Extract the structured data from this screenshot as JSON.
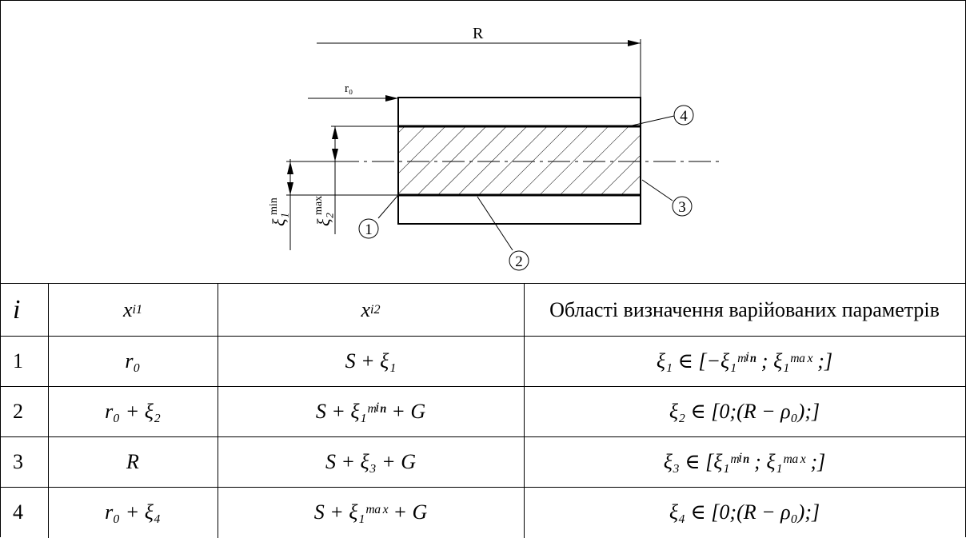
{
  "figure": {
    "dim_R": "R",
    "dim_r0": "r₀",
    "callouts": [
      "1",
      "2",
      "3",
      "4"
    ],
    "dim_xi1_min": "ξ₁",
    "dim_xi1_min_sup": "min",
    "dim_xi2_max": "ξ₂",
    "dim_xi2_max_sup": "max"
  },
  "table": {
    "headers": {
      "i": "i",
      "x1_base": "x",
      "x1_sub": "i1",
      "x2_base": "x",
      "x2_sub": "i2",
      "domain": "Області визначення варійованих параметрів"
    },
    "rows": [
      {
        "i": "1",
        "x1": "r₀",
        "x2": "S + ξ₁",
        "domain": "ξ₁ ∈ [−ξ₁ᵐⁱⁿ ; ξ₁ᵐᵃˣ ;]"
      },
      {
        "i": "2",
        "x1": "r₀ + ξ₂",
        "x2": "S + ξ₁ᵐⁱⁿ + G",
        "domain": "ξ₂ ∈ [0;(R − ρ₀);]"
      },
      {
        "i": "3",
        "x1": "R",
        "x2": "S + ξ₃ + G",
        "domain": "ξ₃ ∈ [ξ₁ᵐⁱⁿ ; ξ₁ᵐᵃˣ ;]"
      },
      {
        "i": "4",
        "x1": "r₀ + ξ₄",
        "x2": "S + ξ₁ᵐᵃˣ + G",
        "domain": "ξ₄ ∈ [0;(R − ρ₀);]"
      }
    ]
  }
}
